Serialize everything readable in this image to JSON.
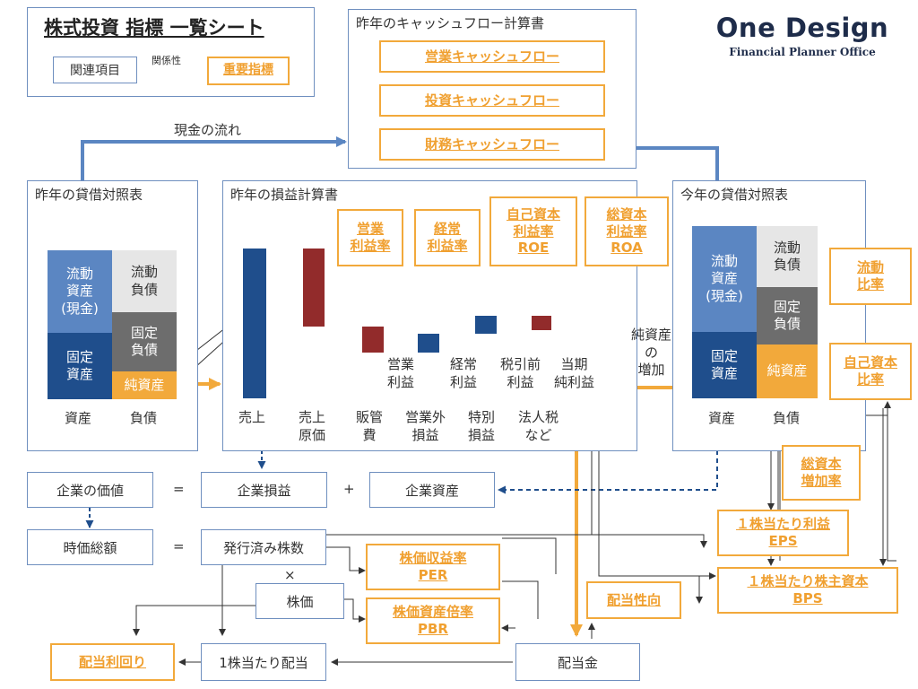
{
  "header": {
    "title": "株式投資 指標 一覧シート",
    "legend_related": "関連項目",
    "legend_relation": "関係性",
    "legend_important": "重要指標"
  },
  "logo": {
    "name": "One Design",
    "sub": "Financial Planner Office"
  },
  "cashflow": {
    "title": "昨年のキャッシュフロー計算書",
    "items": [
      "営業キャッシュフロー",
      "投資キャッシュフロー",
      "財務キャッシュフロー"
    ]
  },
  "cash_flow_label": "現金の流れ",
  "bs_last": {
    "title": "昨年の貸借対照表",
    "current_assets": "流動\n資産\n(現金)",
    "fixed_assets": "固定\n資産",
    "current_liab": "流動\n負債",
    "fixed_liab": "固定\n負債",
    "net_assets": "純資産",
    "assets_label": "資産",
    "liab_label": "負債"
  },
  "pl": {
    "title": "昨年の損益計算書",
    "labels": [
      "売上",
      "売上\n原価",
      "販管\n費",
      "営業外\n損益",
      "特別\n損益",
      "法人税\nなど"
    ],
    "profits": [
      "営業\n利益",
      "経常\n利益",
      "税引前\n利益",
      "当期\n純利益"
    ],
    "ratios": [
      {
        "line1": "営業",
        "line2": "利益率"
      },
      {
        "line1": "経常",
        "line2": "利益率"
      },
      {
        "line1": "自己資本",
        "line2": "利益率",
        "line3": "ROE"
      },
      {
        "line1": "総資本",
        "line2": "利益率",
        "line3": "ROA"
      }
    ]
  },
  "net_increase": "純資産\nの\n増加",
  "bs_this": {
    "title": "今年の貸借対照表",
    "current_assets": "流動\n資産\n(現金)",
    "fixed_assets": "固定\n資産",
    "current_liab": "流動\n負債",
    "fixed_liab": "固定\n負債",
    "net_assets": "純資産",
    "assets_label": "資産",
    "liab_label": "負債"
  },
  "ratios_right": {
    "current_ratio": {
      "line1": "流動",
      "line2": "比率"
    },
    "equity_ratio": {
      "line1": "自己資本",
      "line2": "比率"
    },
    "capital_growth": {
      "line1": "総資本",
      "line2": "増加率"
    }
  },
  "bottom": {
    "company_value": "企業の価値",
    "eq1": "=",
    "company_profit": "企業損益",
    "plus": "+",
    "company_assets": "企業資産",
    "market_cap": "時価総額",
    "eq2": "=",
    "shares": "発行済み株数",
    "times": "×",
    "price": "株価",
    "dividend_per_share": "1株当たり配当",
    "dividend": "配当金",
    "yield": "配当利回り",
    "payout": "配当性向",
    "per": {
      "line1": "株価収益率",
      "line2": "PER"
    },
    "pbr": {
      "line1": "株価資産倍率",
      "line2": "PBR"
    },
    "eps": {
      "line1": "１株当たり利益",
      "line2": "EPS"
    },
    "bps": {
      "line1": "１株当たり株主資本",
      "line2": "BPS"
    }
  },
  "colors": {
    "orange": "#f2a93b",
    "blue_light": "#5b86c2",
    "blue_dark": "#1f4e8c",
    "red": "#922b2b",
    "grey_light": "#e6e6e6",
    "grey_dark": "#6d6d6d",
    "arrow_blue": "#5b86c2"
  }
}
